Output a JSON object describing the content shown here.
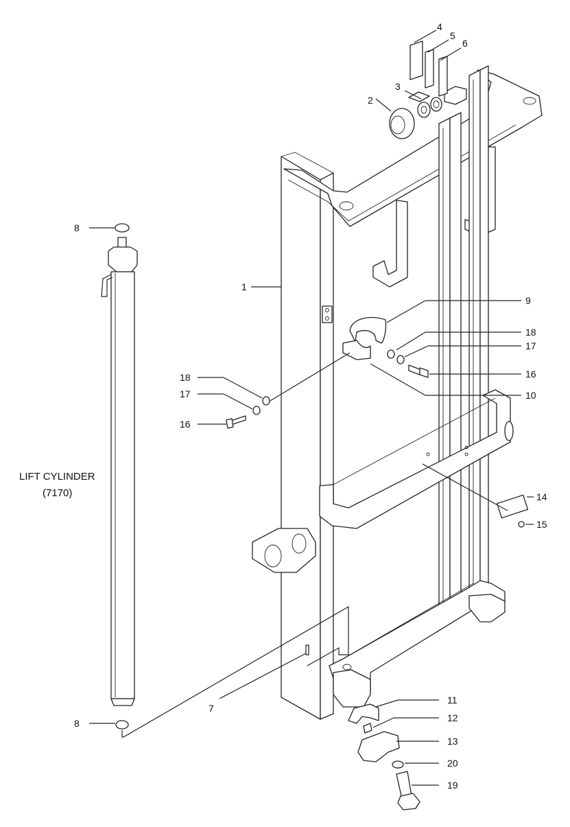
{
  "caption": {
    "title": "LIFT CYLINDER",
    "ref": "(7170)"
  },
  "callouts": [
    {
      "id": "c1",
      "text": "1"
    },
    {
      "id": "c2",
      "text": "2"
    },
    {
      "id": "c3",
      "text": "3"
    },
    {
      "id": "c4",
      "text": "4"
    },
    {
      "id": "c5",
      "text": "5"
    },
    {
      "id": "c6",
      "text": "6"
    },
    {
      "id": "c7",
      "text": "7"
    },
    {
      "id": "c8a",
      "text": "8"
    },
    {
      "id": "c8b",
      "text": "8"
    },
    {
      "id": "c9",
      "text": "9"
    },
    {
      "id": "c10",
      "text": "10"
    },
    {
      "id": "c11",
      "text": "11"
    },
    {
      "id": "c12",
      "text": "12"
    },
    {
      "id": "c13",
      "text": "13"
    },
    {
      "id": "c14",
      "text": "14"
    },
    {
      "id": "c15",
      "text": "15"
    },
    {
      "id": "c16a",
      "text": "16"
    },
    {
      "id": "c16b",
      "text": "16"
    },
    {
      "id": "c17a",
      "text": "17"
    },
    {
      "id": "c17b",
      "text": "17"
    },
    {
      "id": "c18a",
      "text": "18"
    },
    {
      "id": "c18b",
      "text": "18"
    },
    {
      "id": "c19",
      "text": "19"
    },
    {
      "id": "c20",
      "text": "20"
    }
  ]
}
